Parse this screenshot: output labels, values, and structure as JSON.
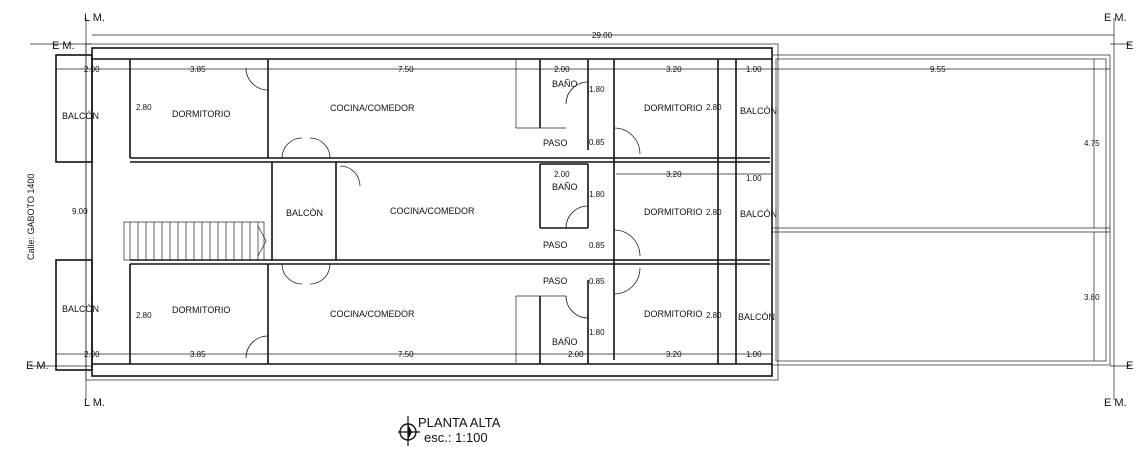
{
  "plan": {
    "title": "PLANTA ALTA",
    "scale": "esc.: 1:100",
    "street": "Calle: GABOTO 1400",
    "marks": {
      "lm": "L M.",
      "em": "E M.",
      "e": "E"
    },
    "dims": {
      "overall": "29.00",
      "depth": "9.00",
      "d200": "2.00",
      "d385": "3.85",
      "d750": "7.50",
      "d320": "3.20",
      "d100": "1.00",
      "d955": "9.55",
      "d475": "4.75",
      "d380": "3.80",
      "d280": "2.80",
      "d180": "1.80",
      "d085": "0.85"
    },
    "rooms": {
      "balcon": "BALCÓN",
      "dormitorio": "DORMITORIO",
      "cocina": "COCINA/COMEDOR",
      "bano": "BAÑO",
      "paso": "PASO"
    }
  }
}
